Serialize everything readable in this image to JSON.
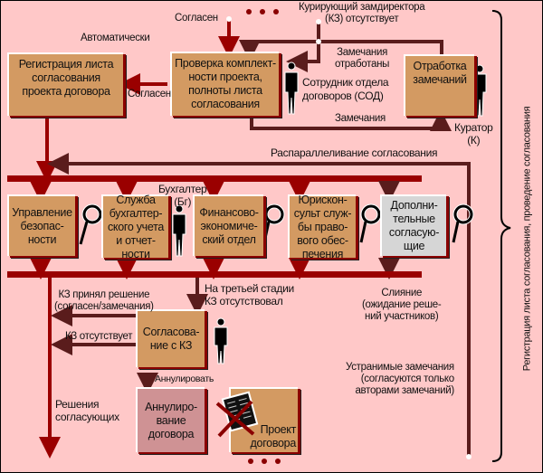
{
  "colors": {
    "background": "#ffc8c8",
    "box": "#d39a62",
    "box_grey": "#d6d6d6",
    "box_cancel": "#cf9294",
    "arrow_red": "#9a0000",
    "arrow_brown": "#5a1c1c"
  },
  "boxes": {
    "registration": "Регистрация листа\nсогласования\nпроекта договора",
    "check": "Проверка комплект-\nности проекта,\nполноты листа\nсогласования",
    "rework": "Отработка\nзамечаний",
    "security": "Управление\nбезопас-\nности",
    "accounting": "Служба\nбухгалтер-\nского учета\nи отчет-\nности",
    "finance": "Финансово-\nэкономиче-\nский отдел",
    "legal": "Юрискон-\nсульт служ-\nбы право-\nвого обес-\nпечения",
    "additional": "Дополни-\nтельные\nсогласую-\nщие",
    "kz_approval": "Согласова-\nние с КЗ",
    "cancellation": "Аннулиро-\nвание\nдоговора",
    "project": "Проект\nдоговора"
  },
  "labels": {
    "agreed_top": "Согласен",
    "automatically": "Автоматически",
    "agreed_left": "Согласен",
    "deputy_absent": "Курирующий замдиректора\n(КЗ) отсутствует",
    "remarks_resolved": "Замечания\nотработаны",
    "contracts_employee": "Сотрудник отдела\nдоговоров (СОД)",
    "remarks": "Замечания",
    "curator": "Куратор\n(К)",
    "parallelization": "Распараллеливание согласования",
    "accountant": "Бухгалтер\n(Бг)",
    "kz_decided": "КЗ принял решение\n(согласен/замечания)",
    "kz_absent": "КЗ отсутствует",
    "third_stage": "На третьей стадии\nКЗ отсутствовал",
    "merge": "Слияние\n(ожидание реше-\nний участников)",
    "cancel": "Аннулировать",
    "decisions": "Решения\nсогласующих",
    "removable_remarks": "Устранимые замечания\n(согласуются только\nавторами замечаний)",
    "side_caption": "Регистрация листа согласования, проведение согласования"
  },
  "icons": {
    "person": "person-silhouette-icon",
    "magnifier": "magnifying-glass-icon",
    "crossed_document": "crossed-out-document-icon",
    "ellipsis": "ellipsis-dots-icon"
  }
}
